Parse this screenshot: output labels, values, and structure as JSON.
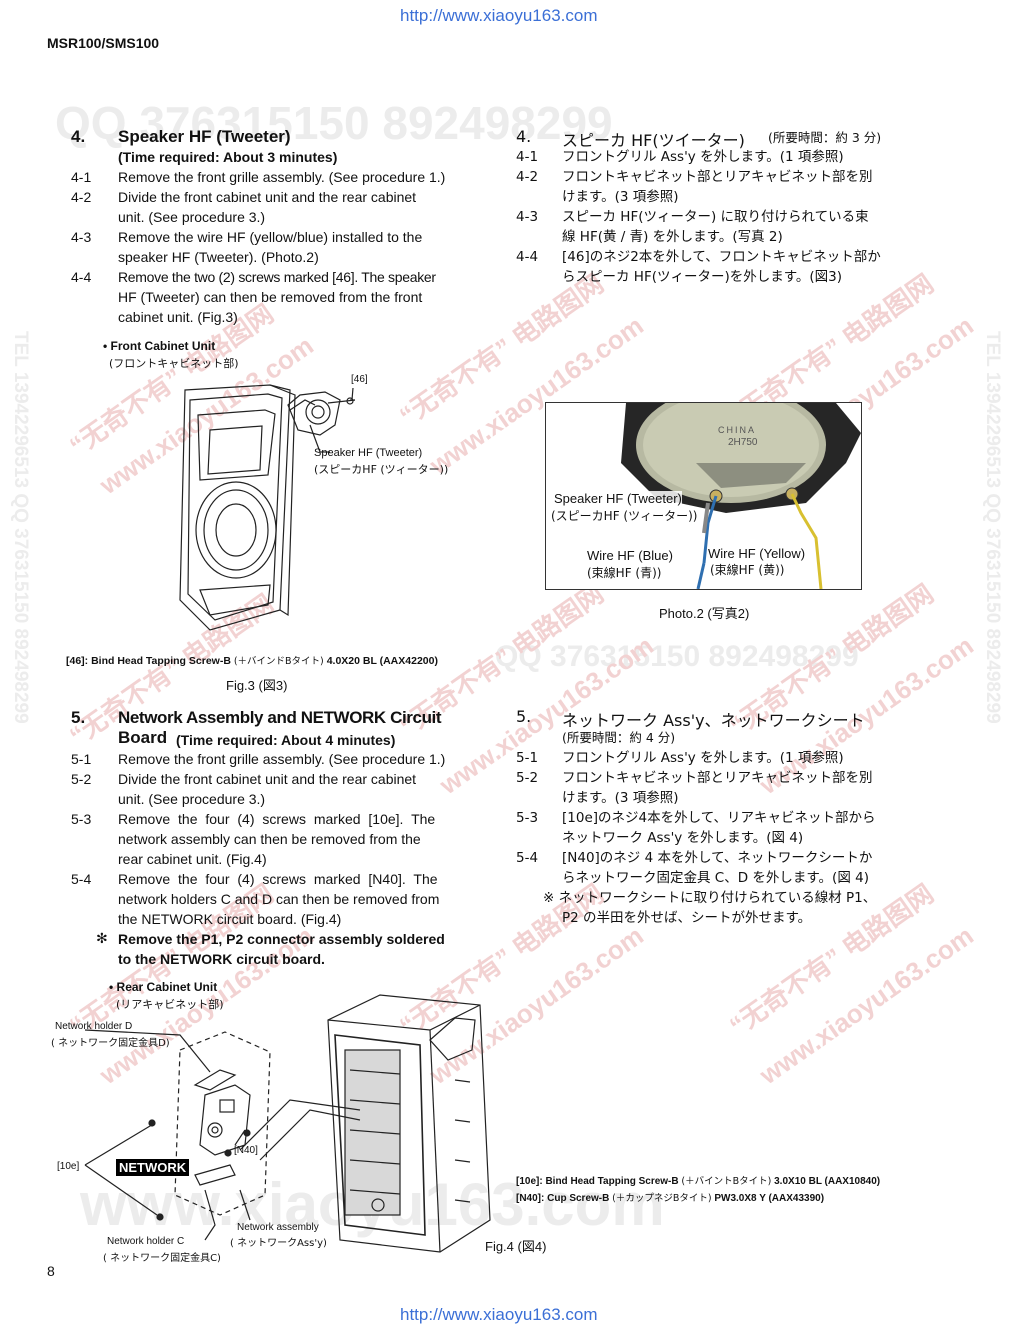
{
  "header": {
    "url_top": "http://www.xiaoyu163.com",
    "model": "MSR100/SMS100",
    "url_bottom": "http://www.xiaoyu163.com",
    "page_number": "8"
  },
  "watermarks": {
    "qq_line_top": "QQ 376315150    892498299",
    "qq_line_mid": "QQ 376315150   892498299",
    "tel_left": "TEL 13942296513   QQ 376315150   892498299",
    "tel_right": "TEL 13942296513   QQ 376315150   892498299",
    "cn_a": "“无奇不有” 电路图网",
    "cn_b": "www.xiaoyu163.com",
    "bottom_big": "www.xiaoyu163.com"
  },
  "sec4": {
    "num": "4.",
    "title": "Speaker HF (Tweeter)",
    "time": "(Time required: About 3 minutes)",
    "steps": [
      {
        "n": "4-1",
        "lines": [
          "Remove the front grille assembly. (See procedure 1.)"
        ]
      },
      {
        "n": "4-2",
        "lines": [
          "Divide the front cabinet unit and the rear cabinet",
          "unit. (See procedure 3.)"
        ]
      },
      {
        "n": "4-3",
        "lines": [
          "Remove the wire HF (yellow/blue) installed to the",
          "speaker HF (Tweeter). (Photo.2)"
        ]
      },
      {
        "n": "4-4",
        "lines": [
          "Remove the two (2) screws marked [46]. The speaker",
          "HF (Tweeter) can then be removed from the front",
          "cabinet unit. (Fig.3)"
        ]
      }
    ]
  },
  "sec4_jp": {
    "num": "4.",
    "title": "スピーカ HF(ツイーター)",
    "time": "(所要時間：約 3 分)",
    "steps": [
      {
        "n": "4-1",
        "lines": [
          "フロントグリル Ass'y を外します。(1 項参照)"
        ]
      },
      {
        "n": "4-2",
        "lines": [
          "フロントキャビネット部とリアキャビネット部を別",
          "けます。(3 項参照)"
        ]
      },
      {
        "n": "4-3",
        "lines": [
          "スピーカ HF(ツィーター) に取り付けられている束",
          "線 HF(黄 / 青) を外します。(写真 2)"
        ]
      },
      {
        "n": "4-4",
        "lines": [
          "[46]のネジ2本を外して、フロントキャビネット部か",
          "らスピーカ HF(ツィーター)を外します。(図3)"
        ]
      }
    ]
  },
  "fig3": {
    "unit_label": "• Front Cabinet Unit",
    "unit_label_jp": "(フロントキャビネット部)",
    "screw_tag": "[46]",
    "speaker_label": "Speaker HF (Tweeter)",
    "speaker_label_jp": "(スピーカHF (ツィーター))",
    "screw_note_bold": "[46]:  Bind Head Tapping Screw-B",
    "screw_note_jp": "(＋バインドBタイト)",
    "screw_note_tail": "4.0X20 BL (AAX42200)",
    "caption": "Fig.3 (図3)"
  },
  "photo2": {
    "stamp1": "CHINA",
    "stamp2": "2H750",
    "speaker_label": "Speaker HF (Tweeter)",
    "speaker_label_jp": "(スピーカHF (ツィーター))",
    "wire_blue": "Wire HF (Blue)",
    "wire_blue_jp": "(束線HF (青))",
    "wire_yellow": "Wire HF (Yellow)",
    "wire_yellow_jp": "(束線HF (黄))",
    "caption": "Photo.2 (写真2)"
  },
  "sec5": {
    "num": "5.",
    "title_line1": "Network Assembly and NETWORK Circuit",
    "title_line2": "Board",
    "time": "(Time required: About 4 minutes)",
    "steps": [
      {
        "n": "5-1",
        "lines": [
          "Remove the front grille assembly. (See procedure 1.)"
        ]
      },
      {
        "n": "5-2",
        "lines": [
          "Divide the front cabinet unit and the rear cabinet",
          "unit. (See procedure 3.)"
        ]
      },
      {
        "n": "5-3",
        "lines": [
          "Remove the four (4) screws marked [10e]. The",
          "network assembly can then be removed from the",
          "rear cabinet unit. (Fig.4)"
        ]
      },
      {
        "n": "5-4",
        "lines": [
          "Remove the four (4) screws marked [N40]. The",
          "network holders C and D can then be removed from",
          "the NETWORK circuit board. (Fig.4)"
        ]
      }
    ],
    "note_mark": "✻",
    "note_lines": [
      "Remove the P1, P2 connector assembly soldered",
      "to the NETWORK circuit board."
    ]
  },
  "sec5_jp": {
    "num": "5.",
    "title": "ネットワーク Ass'y、ネットワークシート",
    "time": "(所要時間：約 4 分)",
    "steps": [
      {
        "n": "5-1",
        "lines": [
          "フロントグリル Ass'y を外します。(1 項参照)"
        ]
      },
      {
        "n": "5-2",
        "lines": [
          "フロントキャビネット部とリアキャビネット部を別",
          "けます。(3 項参照)"
        ]
      },
      {
        "n": "5-3",
        "lines": [
          "[10e]のネジ4本を外して、リアキャビネット部から",
          "ネットワーク Ass'y を外します。(図 4)"
        ]
      },
      {
        "n": "5-4",
        "lines": [
          "[N40]のネジ 4 本を外して、ネットワークシートか",
          "らネットワーク固定金具 C、D を外します。(図 4)"
        ]
      }
    ],
    "note_lines": [
      "※ ネットワークシートに取り付けられている線材 P1、",
      "P2 の半田を外せば、シートが外せます。"
    ]
  },
  "fig4": {
    "unit_label": "• Rear Cabinet Unit",
    "unit_label_jp": "(リアキャビネット部)",
    "holder_d": "Network holder D",
    "holder_d_jp": "( ネットワーク固定金具D)",
    "tag_n40": "[N40]",
    "tag_10e": "[10e]",
    "network_badge": "NETWORK",
    "network_assembly": "Network assembly",
    "network_assembly_jp": "( ネットワークAss'y)",
    "holder_c": "Network holder C",
    "holder_c_jp": "( ネットワーク固定金具C)",
    "note1_bold": "[10e]:    Bind Head Tapping Screw-B",
    "note1_jp": "(＋バイントBタイト)",
    "note1_tail": "3.0X10 BL (AAX10840)",
    "note2_bold": "[N40]:   Cup Screw-B",
    "note2_jp": "(＋カップネジBタイト)",
    "note2_tail": "PW3.0X8 Y (AAX43390)",
    "caption": "Fig.4 (図4)"
  },
  "colors": {
    "url": "#3b6fd6",
    "watermark_red": "#f2d2d2",
    "watermark_gray": "#ececec",
    "wire_blue": "#2f6fb0",
    "wire_yellow": "#d8c030"
  }
}
